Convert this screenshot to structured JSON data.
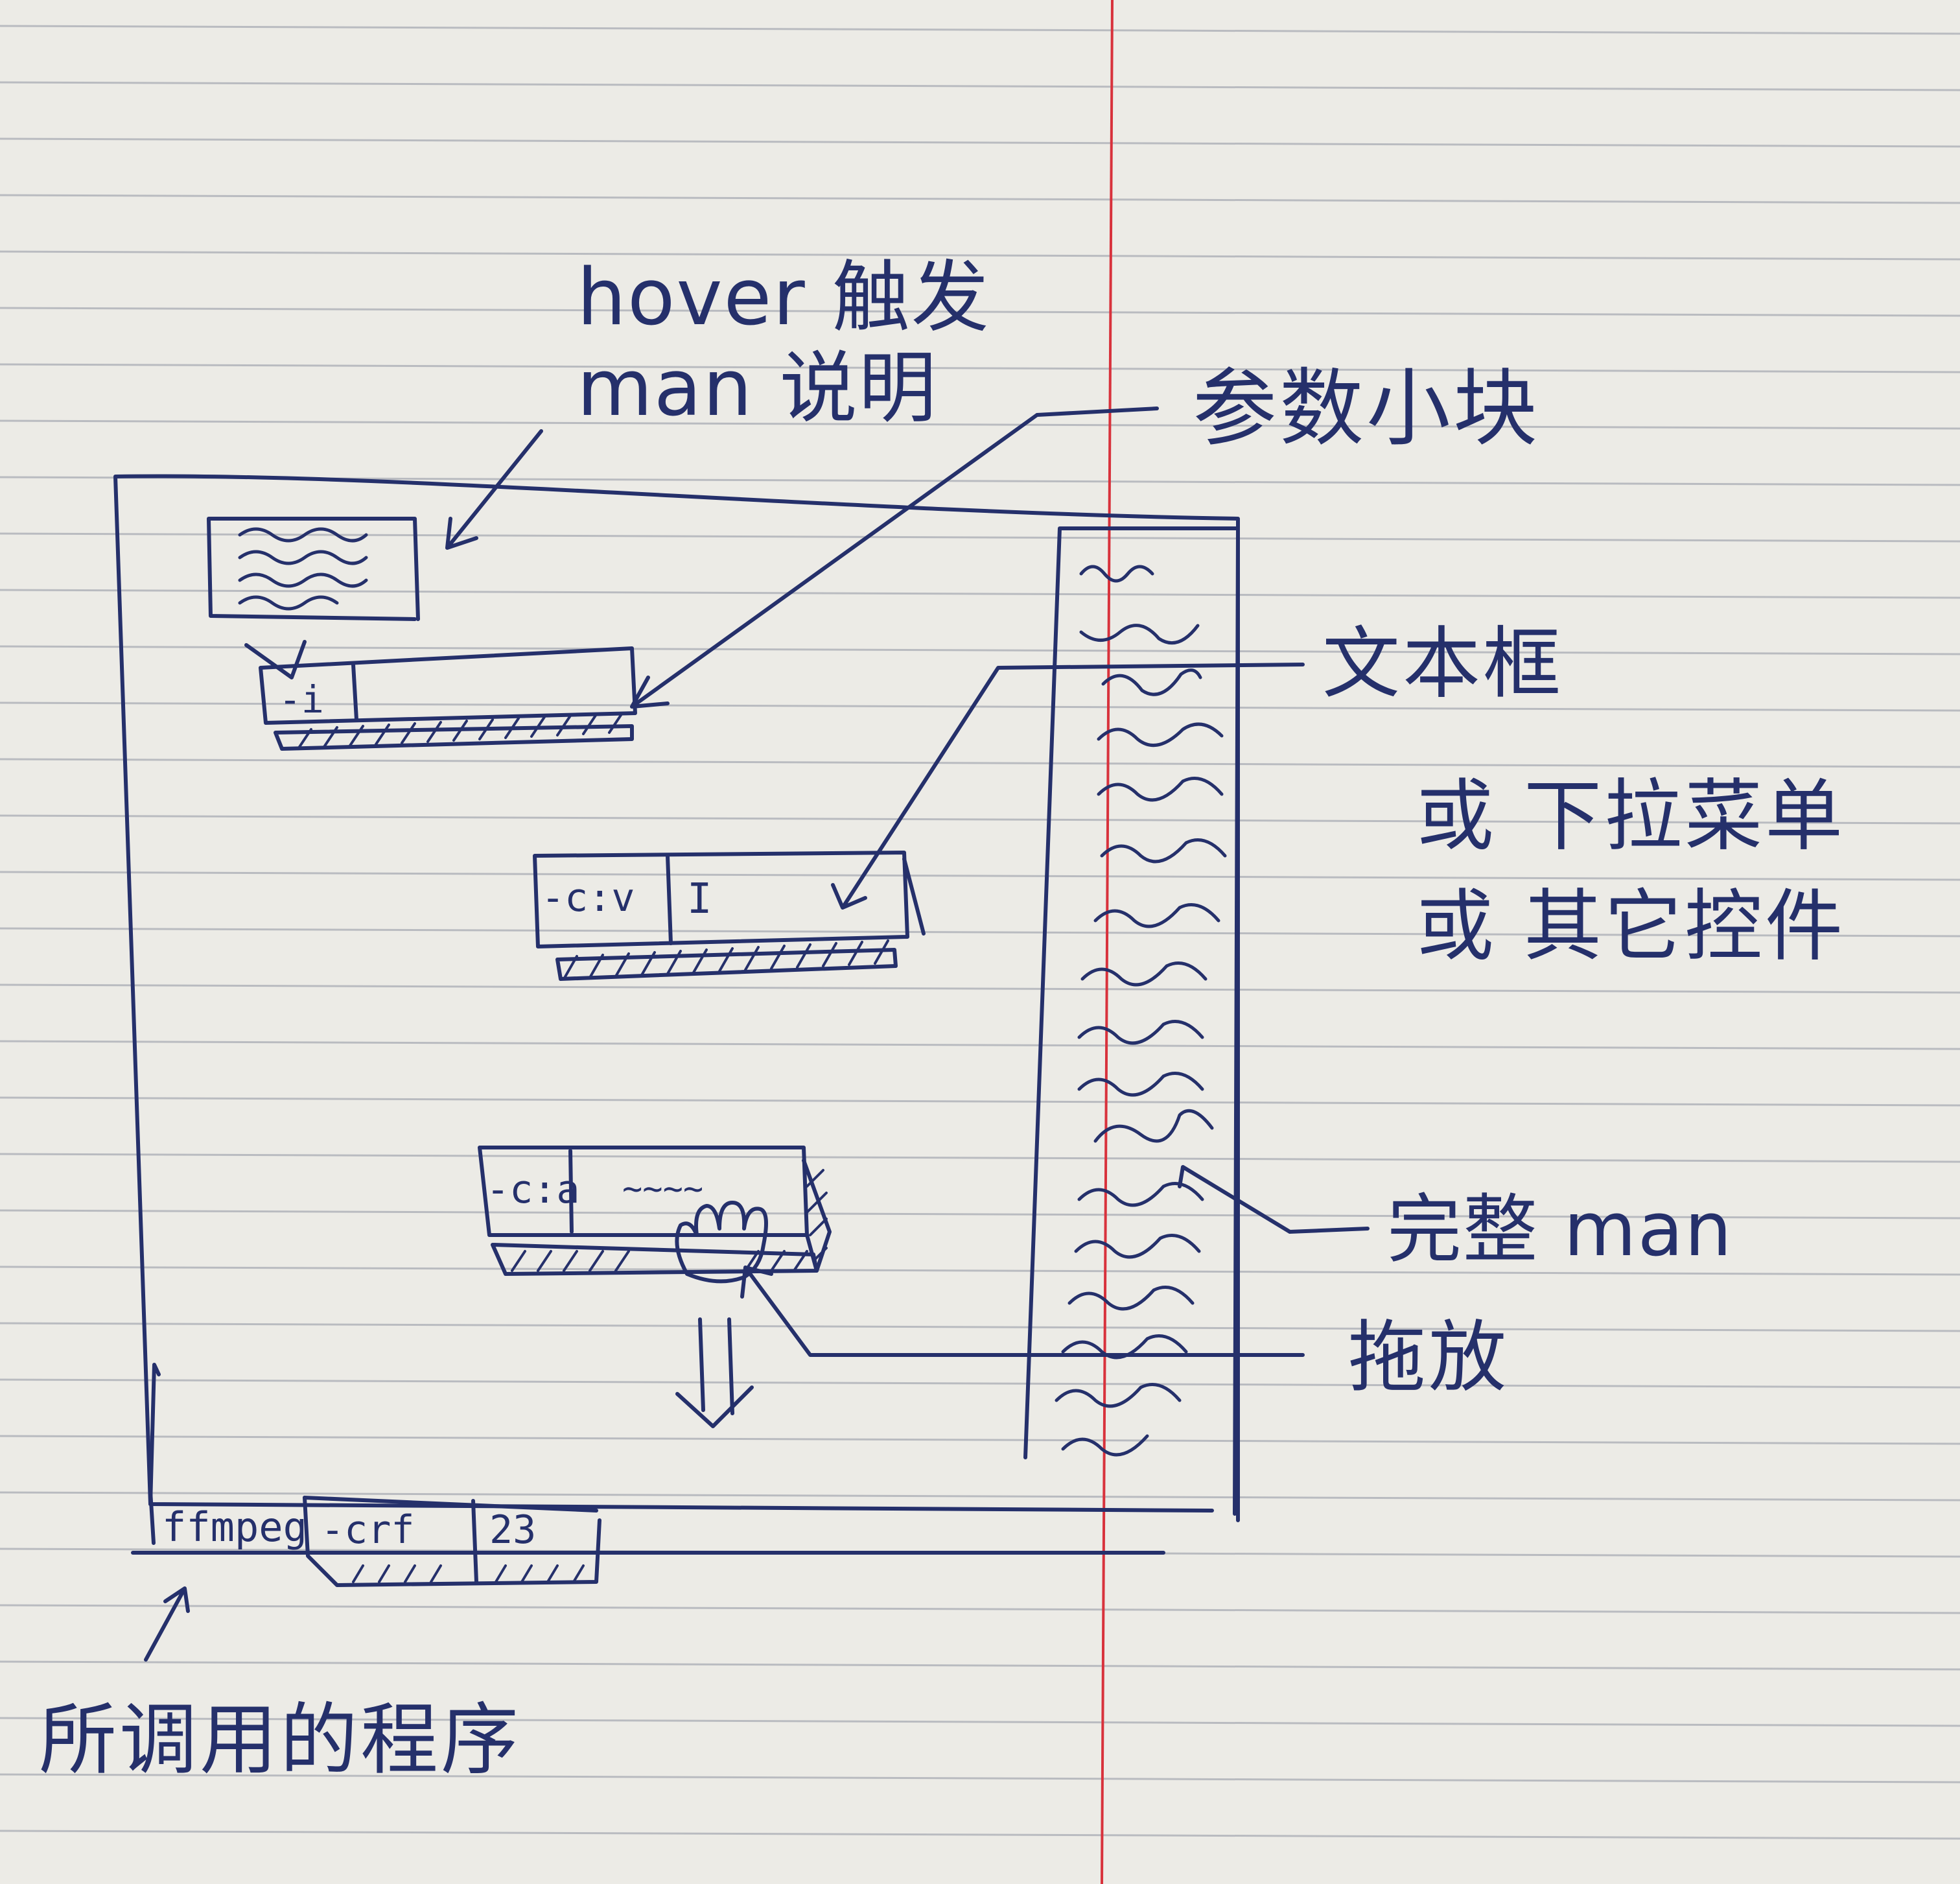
{
  "colors": {
    "paper": "#ecebe6",
    "rule_line": "#b9bbc0",
    "margin_line": "#d8323c",
    "ink": "#25306b"
  },
  "annotations": {
    "hover_trigger": "hover 触发",
    "man_description": "man 说明",
    "param_block": "参数小块",
    "text_box": "文本框",
    "or_dropdown": "或 下拉菜单",
    "or_other_control": "或 其它控件",
    "full_man": "完整 man",
    "drag_drop": "拖放",
    "called_program": "所调用的程序"
  },
  "param_blocks": [
    {
      "flag": "-i",
      "value": ""
    },
    {
      "flag": "-c:v",
      "value": "I"
    },
    {
      "flag": "-c:a",
      "value": "~~~~"
    }
  ],
  "command_bar": {
    "program": "ffmpeg",
    "arguments": [
      {
        "flag": "-crf",
        "value": "23"
      }
    ]
  },
  "icons": [
    "hand-cursor-icon",
    "text-cursor-icon",
    "down-arrow-icon"
  ]
}
